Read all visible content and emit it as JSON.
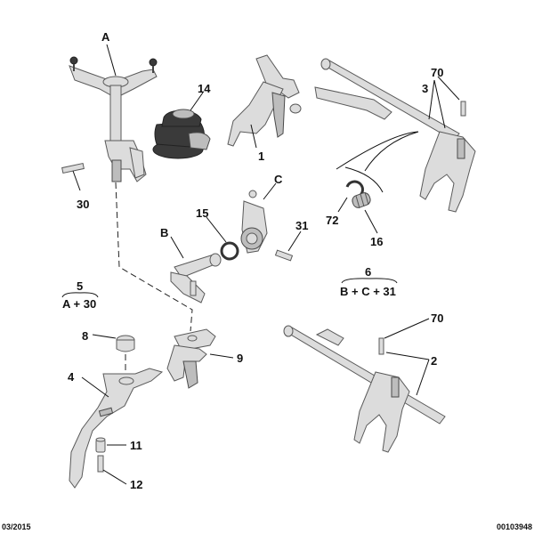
{
  "labels": {
    "A": "A",
    "n14": "14",
    "n1": "1",
    "n70a": "70",
    "n3": "3",
    "n30": "30",
    "C": "C",
    "n15": "15",
    "B": "B",
    "n31": "31",
    "n72": "72",
    "n16": "16",
    "n5": "5",
    "A30": "A + 30",
    "n6": "6",
    "BC31": "B + C + 31",
    "n8": "8",
    "n9": "9",
    "n70b": "70",
    "n2": "2",
    "n4": "4",
    "n11": "11",
    "n12": "12"
  },
  "footer": {
    "date": "03/2015",
    "ref": "00103948"
  }
}
